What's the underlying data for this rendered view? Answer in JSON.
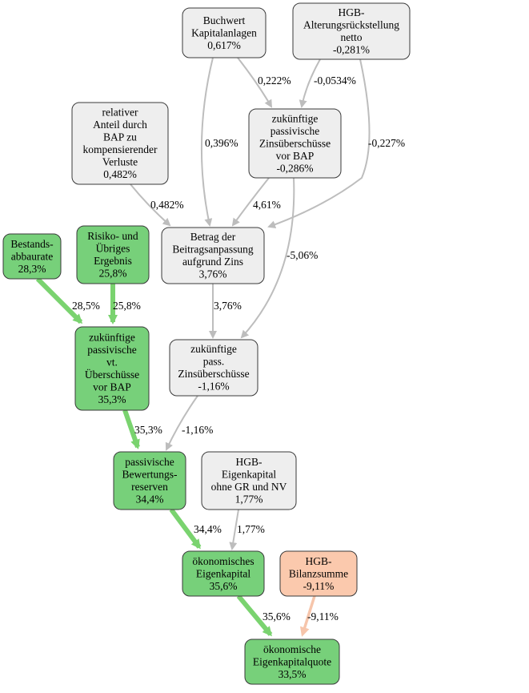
{
  "colors": {
    "neutral_fill": "#eeeeee",
    "neutral_edge": "#bdbdbd",
    "positive_fill": "#77d07a",
    "positive_edge": "#7ad36f",
    "negative_fill": "#fbc9ad",
    "negative_edge": "#f6c5ab",
    "border": "#3a3a3a"
  },
  "nodes": [
    {
      "id": "buchwert",
      "lines": [
        "Buchwert",
        "Kapitalanlagen",
        "0,617%"
      ],
      "kind": "neutral"
    },
    {
      "id": "hgb_alterung",
      "lines": [
        "HGB-",
        "Alterungsrückstellung",
        "netto",
        "-0,281%"
      ],
      "kind": "neutral"
    },
    {
      "id": "rel_anteil",
      "lines": [
        "relativer",
        "Anteil durch",
        "BAP zu",
        "kompensierender",
        "Verluste",
        "0,482%"
      ],
      "kind": "neutral"
    },
    {
      "id": "zuk_pass_zins_bap",
      "lines": [
        "zukünftige",
        "passivische",
        "Zinsüberschüsse",
        "vor BAP",
        "-0,286%"
      ],
      "kind": "neutral"
    },
    {
      "id": "bestandsabbau",
      "lines": [
        "Bestands-",
        "abbaurate",
        "28,3%"
      ],
      "kind": "positive"
    },
    {
      "id": "risiko",
      "lines": [
        "Risiko- und",
        "Übriges",
        "Ergebnis",
        "25,8%"
      ],
      "kind": "positive"
    },
    {
      "id": "betrag_bap",
      "lines": [
        "Betrag der",
        "Beitragsanpassung",
        "aufgrund Zins",
        "3,76%"
      ],
      "kind": "neutral"
    },
    {
      "id": "zuk_vt",
      "lines": [
        "zukünftige",
        "passivische",
        "vt.",
        "Überschüsse",
        "vor BAP",
        "35,3%"
      ],
      "kind": "positive"
    },
    {
      "id": "zuk_pass_zins",
      "lines": [
        "zukünftige",
        "pass.",
        "Zinsüberschüsse",
        "-1,16%"
      ],
      "kind": "neutral"
    },
    {
      "id": "pass_bewertung",
      "lines": [
        "passivische",
        "Bewertungs-",
        "reserven",
        "34,4%"
      ],
      "kind": "positive"
    },
    {
      "id": "hgb_eigenkapital",
      "lines": [
        "HGB-",
        "Eigenkapital",
        "ohne GR und NV",
        "1,77%"
      ],
      "kind": "neutral"
    },
    {
      "id": "oek_eigenkapital",
      "lines": [
        "ökonomisches",
        "Eigenkapital",
        "35,6%"
      ],
      "kind": "positive"
    },
    {
      "id": "hgb_bilanz",
      "lines": [
        "HGB-",
        "Bilanzsumme",
        "-9,11%"
      ],
      "kind": "negative"
    },
    {
      "id": "oek_quote",
      "lines": [
        "ökonomische",
        "Eigenkapitalquote",
        "33,5%"
      ],
      "kind": "positive"
    }
  ],
  "edges": [
    {
      "id": "e1",
      "from": "buchwert",
      "to": "zuk_pass_zins_bap",
      "label": "0,222%",
      "kind": "neutral",
      "weight": 1
    },
    {
      "id": "e2",
      "from": "hgb_alterung",
      "to": "zuk_pass_zins_bap",
      "label": "-0,0534%",
      "kind": "neutral",
      "weight": 1
    },
    {
      "id": "e3",
      "from": "buchwert",
      "to": "betrag_bap",
      "label": "0,396%",
      "kind": "neutral",
      "weight": 1
    },
    {
      "id": "e4",
      "from": "hgb_alterung",
      "to": "betrag_bap",
      "label": "-0,227%",
      "kind": "neutral",
      "weight": 1
    },
    {
      "id": "e5",
      "from": "rel_anteil",
      "to": "betrag_bap",
      "label": "0,482%",
      "kind": "neutral",
      "weight": 1
    },
    {
      "id": "e6",
      "from": "zuk_pass_zins_bap",
      "to": "betrag_bap",
      "label": "4,61%",
      "kind": "neutral",
      "weight": 1
    },
    {
      "id": "e7",
      "from": "zuk_pass_zins_bap",
      "to": "zuk_pass_zins",
      "label": "-5,06%",
      "kind": "neutral",
      "weight": 1
    },
    {
      "id": "e8",
      "from": "bestandsabbau",
      "to": "zuk_vt",
      "label": "28,5%",
      "kind": "positive",
      "weight": 3
    },
    {
      "id": "e9",
      "from": "risiko",
      "to": "zuk_vt",
      "label": "25,8%",
      "kind": "positive",
      "weight": 3
    },
    {
      "id": "e10",
      "from": "betrag_bap",
      "to": "zuk_pass_zins",
      "label": "3,76%",
      "kind": "neutral",
      "weight": 1
    },
    {
      "id": "e11",
      "from": "zuk_vt",
      "to": "pass_bewertung",
      "label": "35,3%",
      "kind": "positive",
      "weight": 3
    },
    {
      "id": "e12",
      "from": "zuk_pass_zins",
      "to": "pass_bewertung",
      "label": "-1,16%",
      "kind": "neutral",
      "weight": 1
    },
    {
      "id": "e13",
      "from": "pass_bewertung",
      "to": "oek_eigenkapital",
      "label": "34,4%",
      "kind": "positive",
      "weight": 3
    },
    {
      "id": "e14",
      "from": "hgb_eigenkapital",
      "to": "oek_eigenkapital",
      "label": "1,77%",
      "kind": "neutral",
      "weight": 1
    },
    {
      "id": "e15",
      "from": "oek_eigenkapital",
      "to": "oek_quote",
      "label": "35,6%",
      "kind": "positive",
      "weight": 3
    },
    {
      "id": "e16",
      "from": "hgb_bilanz",
      "to": "oek_quote",
      "label": "-9,11%",
      "kind": "negative",
      "weight": 2
    }
  ]
}
